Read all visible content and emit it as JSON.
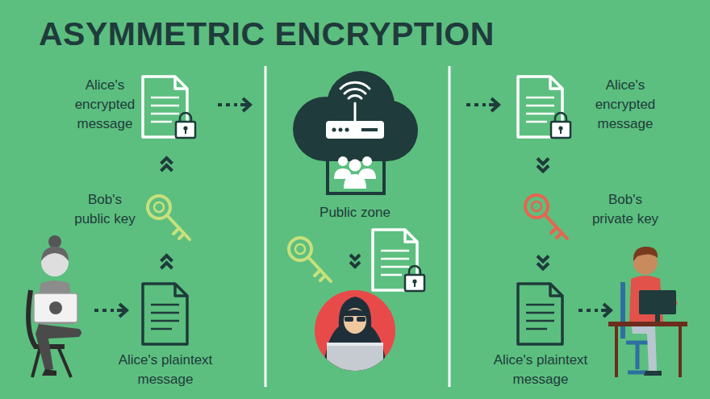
{
  "diagram": {
    "title": "ASYMMETRIC ENCRYPTION",
    "nodes": [
      {
        "text": [
          "Alice's encrypted message"
        ]
      },
      {
        "text": [
          "Bob's public key"
        ]
      },
      {
        "text": [
          "Alice's plaintext message"
        ]
      },
      {
        "text": [
          "Public zone"
        ]
      },
      {
        "text": [
          "Alice's encrypted message"
        ]
      },
      {
        "text": [
          "Bob's private key"
        ]
      },
      {
        "text": [
          "Alice's plaintext message"
        ]
      }
    ],
    "edges": [
      {
        "from": 2,
        "to": 1,
        "arrow": "to"
      },
      {
        "from": 1,
        "to": 0,
        "arrow": "to"
      },
      {
        "from": 4,
        "to": 5,
        "arrow": "to"
      },
      {
        "from": 5,
        "to": 6,
        "arrow": "to"
      }
    ]
  }
}
